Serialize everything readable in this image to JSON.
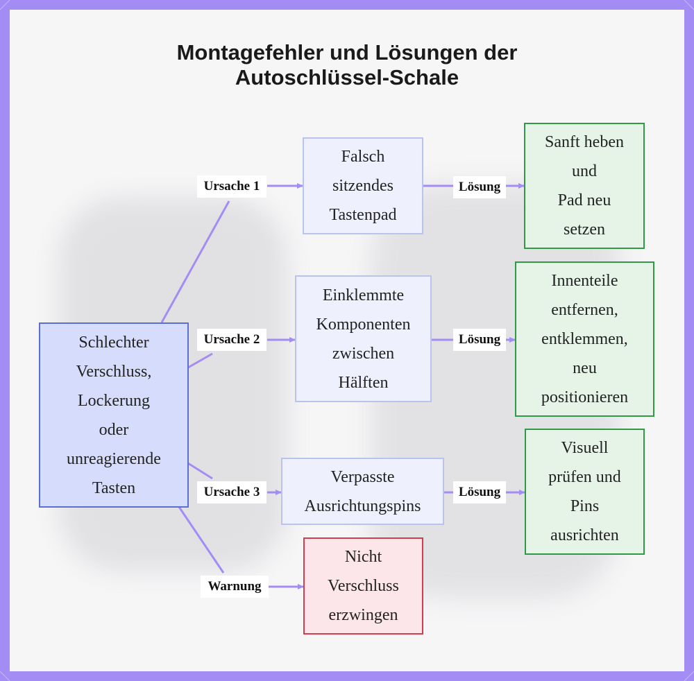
{
  "title_lines": [
    "Montagefehler und Lösungen der",
    "Autoschlüssel-Schale"
  ],
  "colors": {
    "border": "#a48cf5",
    "connector": "#a48cf5",
    "root_fill": "#d6dcfb",
    "root_stroke": "#5a6ed4",
    "solution_stroke": "#2e9a45",
    "warning_stroke": "#d23c4e"
  },
  "nodes": {
    "root": {
      "lines": [
        "Schlechter",
        "Verschluss,",
        "Lockerung",
        "oder",
        "unreagierende",
        "Tasten"
      ]
    },
    "cause1": {
      "lines": [
        "Falsch",
        "sitzendes",
        "Tastenpad"
      ]
    },
    "cause2": {
      "lines": [
        "Einklemmte",
        "Komponenten",
        "zwischen",
        "Hälften"
      ]
    },
    "cause3": {
      "lines": [
        "Verpasste",
        "Ausrichtungspins"
      ]
    },
    "warning": {
      "lines": [
        "Nicht",
        "Verschluss",
        "erzwingen"
      ]
    },
    "solution1": {
      "lines": [
        "Sanft heben",
        "und",
        "Pad neu",
        "setzen"
      ]
    },
    "solution2": {
      "lines": [
        "Innenteile",
        "entfernen,",
        "entklemmen,",
        "neu",
        "positionieren"
      ]
    },
    "solution3": {
      "lines": [
        "Visuell",
        "prüfen und",
        "Pins",
        "ausrichten"
      ]
    }
  },
  "edge_labels": {
    "cause1": "Ursache 1",
    "cause2": "Ursache 2",
    "cause3": "Ursache 3",
    "warning": "Warnung",
    "solution1": "Lösung",
    "solution2": "Lösung",
    "solution3": "Lösung"
  }
}
